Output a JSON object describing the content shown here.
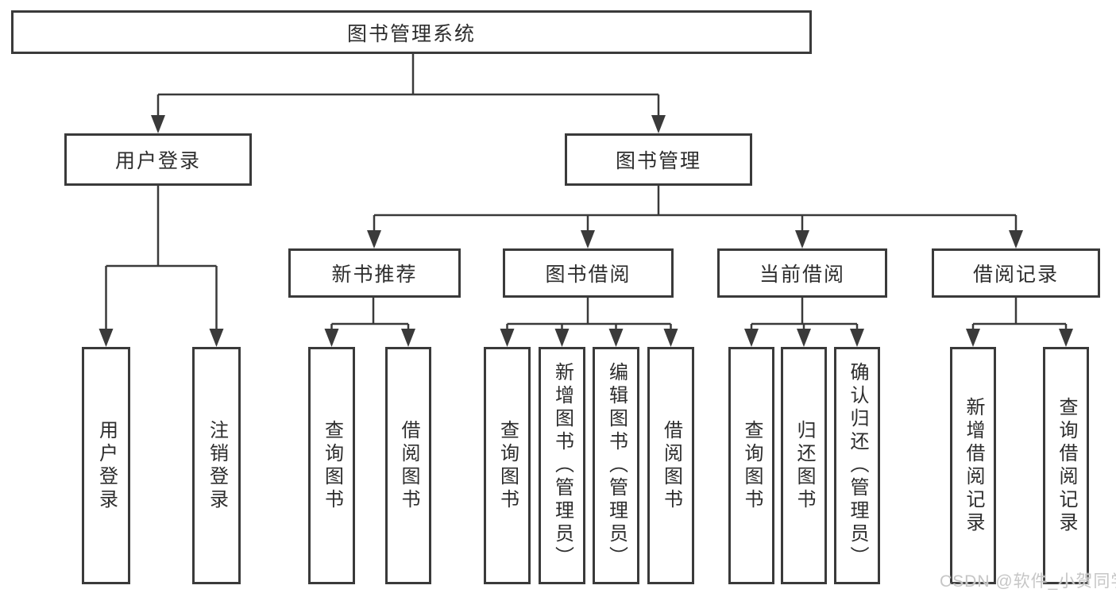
{
  "diagram": {
    "nodes": {
      "root": "图书管理系统",
      "user_login": "用户登录",
      "book_mgmt": "图书管理",
      "new_book_rec": "新书推荐",
      "book_borrow": "图书借阅",
      "current_borrow": "当前借阅",
      "borrow_records": "借阅记录",
      "leaf_user_login": "用户登录",
      "leaf_logout": "注销登录",
      "leaf_nb_query": "查询图书",
      "leaf_nb_borrow": "借阅图书",
      "leaf_bb_query": "查询图书",
      "leaf_bb_add": "新增图书（管理员）",
      "leaf_bb_edit": "编辑图书（管理员）",
      "leaf_bb_borrow": "借阅图书",
      "leaf_cb_query": "查询图书",
      "leaf_cb_return": "归还图书",
      "leaf_cb_confirm": "确认归还（管理员）",
      "leaf_br_add": "新增借阅记录",
      "leaf_br_query": "查询借阅记录"
    },
    "watermark": "CSDN @软件_小贺同学",
    "colors": {
      "line": "#3a3a3a",
      "text": "#2d2d2d",
      "background": "#ffffff",
      "watermark": "#c6c6c6"
    }
  }
}
